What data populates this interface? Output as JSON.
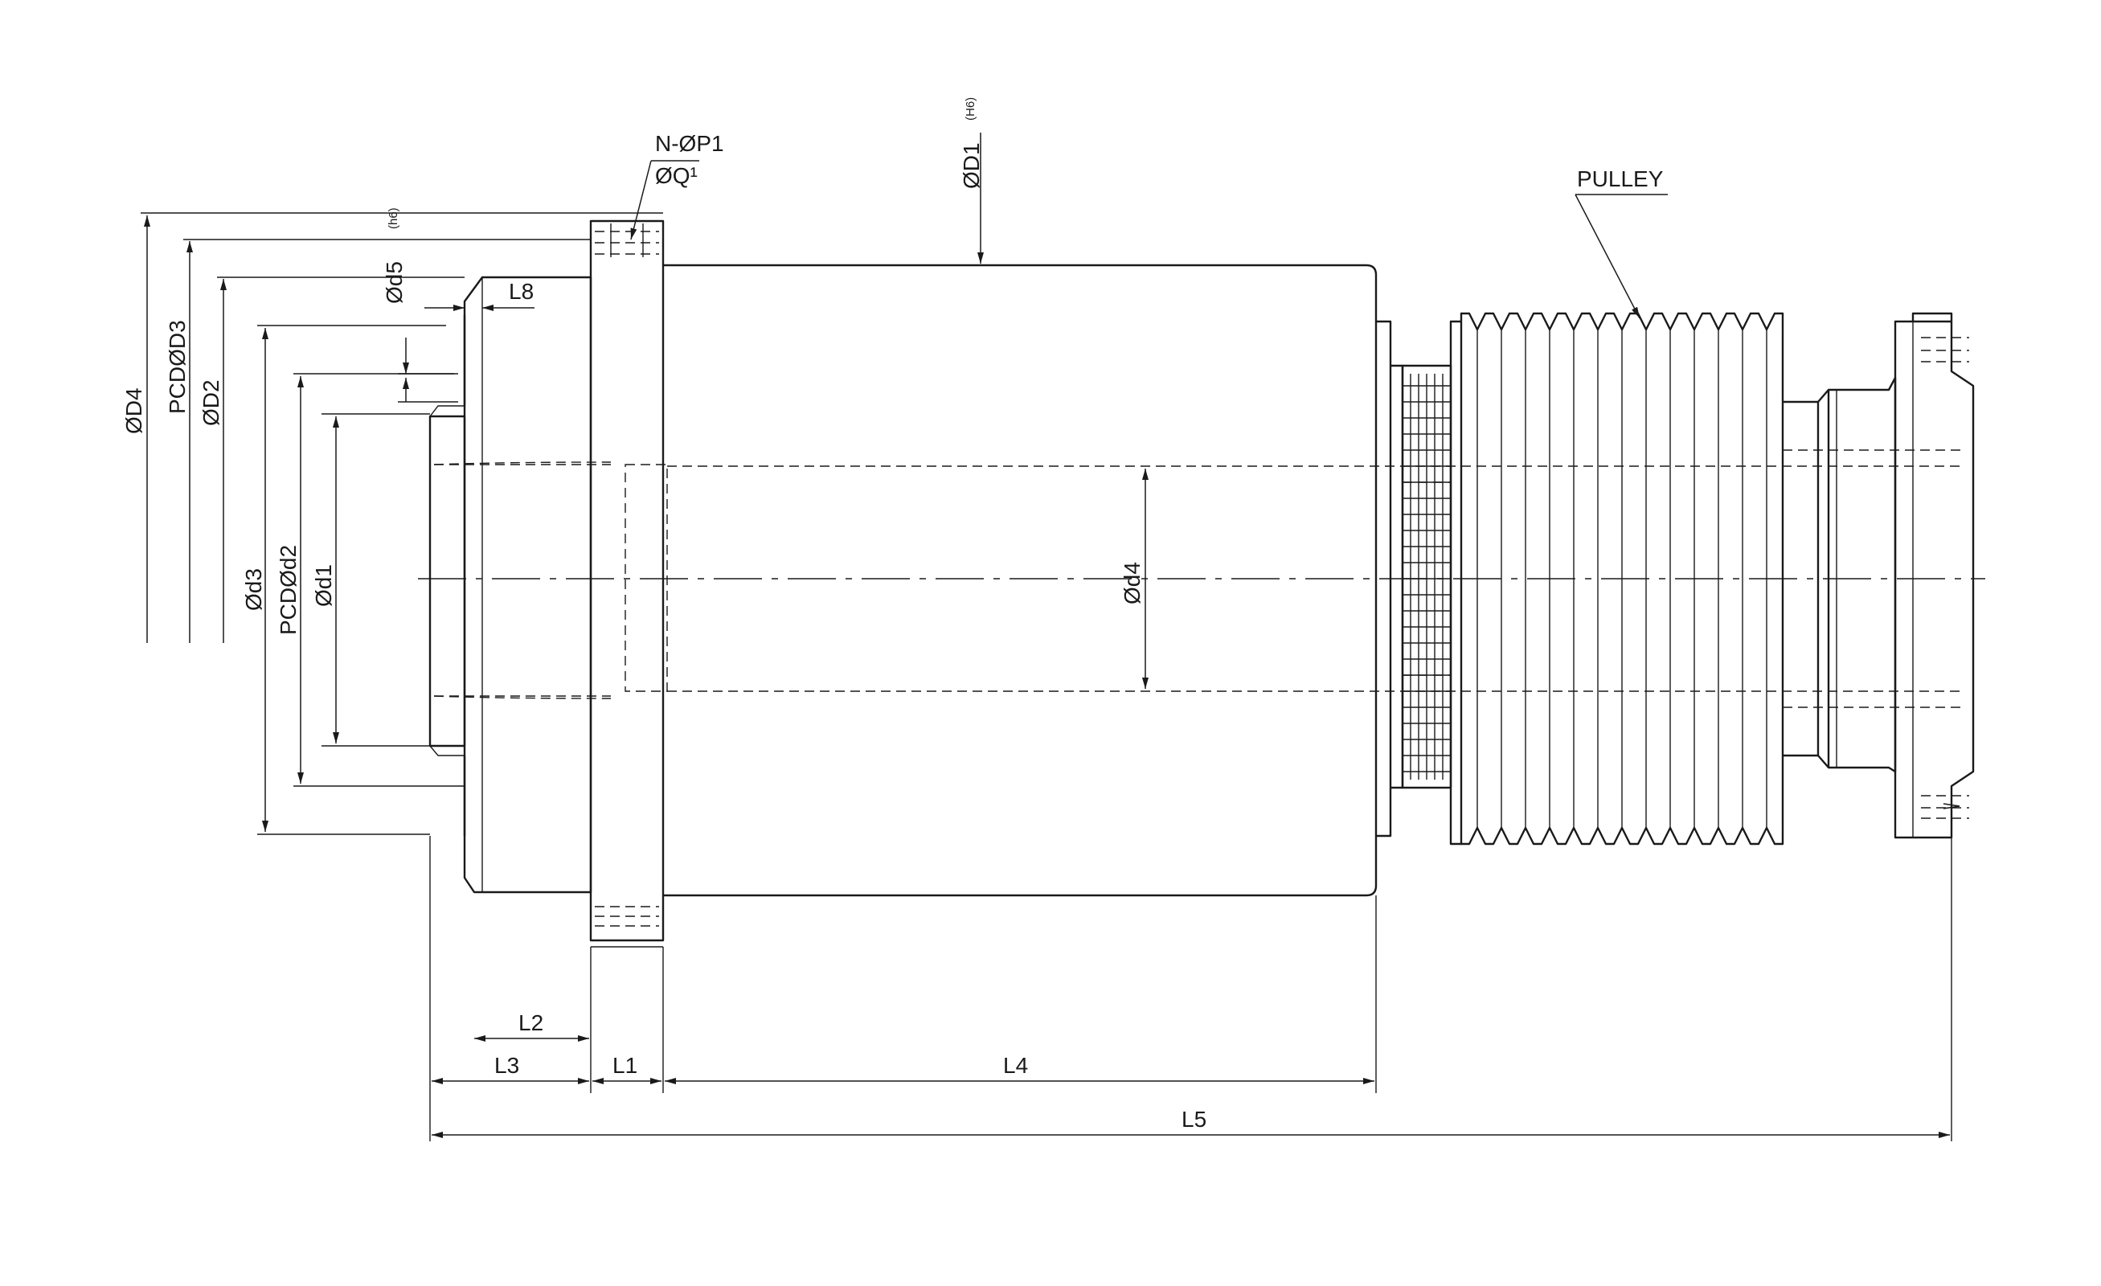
{
  "labels": {
    "n_p1": "N-ØP1",
    "q1": "ØQ¹",
    "d1_upper": "ØD1",
    "d1_tol": "(H6)",
    "d4_upper": "ØD4",
    "pcd_d3": "PCDØD3",
    "d2_upper": "ØD2",
    "d2_tol": "(h6)",
    "d5": "Ød5",
    "l8": "L8",
    "d3": "Ød3",
    "pcd_d2": "PCDØd2",
    "d1": "Ød1",
    "d4": "Ød4",
    "pulley": "PULLEY",
    "l1": "L1",
    "l2": "L2",
    "l3": "L3",
    "l4": "L4",
    "l5": "L5"
  }
}
